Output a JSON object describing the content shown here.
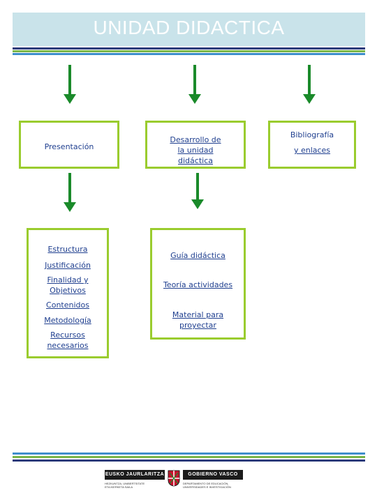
{
  "header": {
    "title": "UNIDAD DIDACTICA"
  },
  "top_boxes": [
    {
      "label": "Presentación"
    },
    {
      "label": "Desarrollo de la unidad didáctica"
    },
    {
      "label": "Bibliografía",
      "label2": "y enlaces"
    }
  ],
  "left_list": [
    "Estructura",
    "Justificación",
    "Finalidad y Objetivos",
    "Contenidos",
    "Metodología",
    "Recursos necesarios"
  ],
  "middle_list": [
    "Guía didáctica",
    "Teoría actividades",
    "Material para proyectar"
  ],
  "footer": {
    "logo_left": "EUSKO JAURLARITZA",
    "logo_right": "GOBIERNO VASCO",
    "dept_left": [
      "HEZKUNTZA, UNIBERTSITATE",
      "ETA IKERKETA SAILA"
    ],
    "dept_right": [
      "DEPARTAMENTO DE EDUCACIÓN,",
      "UNIVERSIDADES E INVESTIGACIÓN"
    ]
  },
  "colors": {
    "header_bg": "#c9e3ea",
    "box_border": "#9acc2e",
    "arrow": "#1a8a2a",
    "link_text": "#1f3f8f"
  }
}
